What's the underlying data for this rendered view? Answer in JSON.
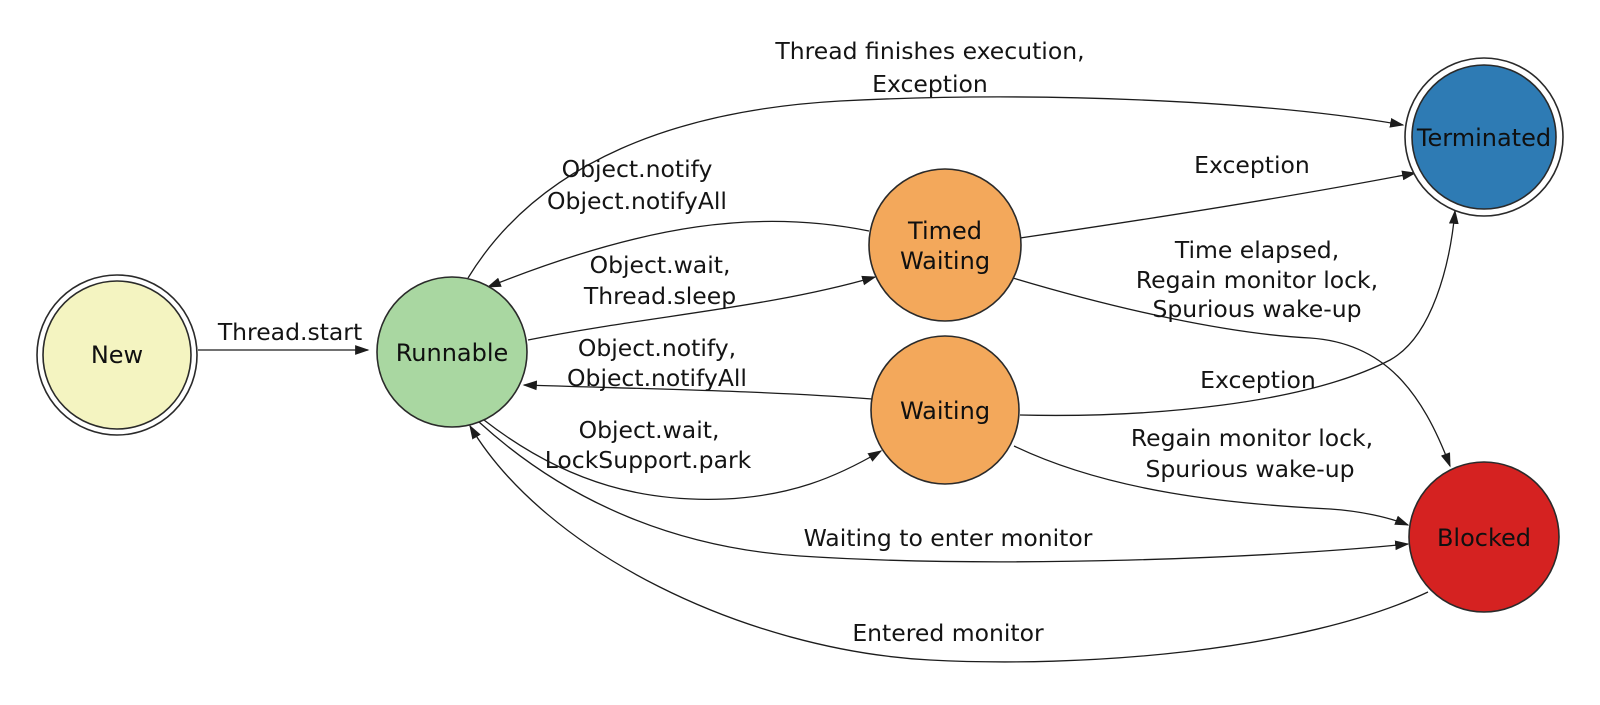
{
  "diagram": {
    "kind": "java-thread-state-diagram",
    "background": "#ffffff",
    "edge_color": "#1c1c1c",
    "text_color": "#141414"
  },
  "nodes": {
    "new": {
      "label": "New",
      "color": "#f4f4c1",
      "border": "double"
    },
    "runnable": {
      "label": "Runnable",
      "color": "#a9d7a1",
      "border": "single"
    },
    "timed_waiting": {
      "label_line1": "Timed",
      "label_line2": "Waiting",
      "color": "#f3a85b",
      "border": "single"
    },
    "waiting": {
      "label": "Waiting",
      "color": "#f3a85b",
      "border": "single"
    },
    "terminated": {
      "label": "Terminated",
      "color": "#2e7bb4",
      "border": "double"
    },
    "blocked": {
      "label": "Blocked",
      "color": "#d52221",
      "border": "single"
    }
  },
  "edges": {
    "new_to_runnable": {
      "from": "New",
      "to": "Runnable",
      "line1": "Thread.start"
    },
    "runnable_to_terminated": {
      "from": "Runnable",
      "to": "Terminated",
      "line1": "Thread finishes execution,",
      "line2": "Exception"
    },
    "timed_waiting_to_runnable": {
      "from": "Timed Waiting",
      "to": "Runnable",
      "line1": "Object.notify",
      "line2": "Object.notifyAll"
    },
    "runnable_to_timed_waiting": {
      "from": "Runnable",
      "to": "Timed Waiting",
      "line1": "Object.wait,",
      "line2": "Thread.sleep"
    },
    "waiting_to_runnable": {
      "from": "Waiting",
      "to": "Runnable",
      "line1": "Object.notify,",
      "line2": "Object.notifyAll"
    },
    "runnable_to_waiting": {
      "from": "Runnable",
      "to": "Waiting",
      "line1": "Object.wait,",
      "line2": "LockSupport.park"
    },
    "timed_waiting_to_terminated": {
      "from": "Timed Waiting",
      "to": "Terminated",
      "line1": "Exception"
    },
    "timed_waiting_to_blocked": {
      "from": "Timed Waiting",
      "to": "Blocked",
      "line1": "Time elapsed,",
      "line2": "Regain monitor lock,",
      "line3": "Spurious wake-up"
    },
    "waiting_to_terminated": {
      "from": "Waiting",
      "to": "Terminated",
      "line1": "Exception"
    },
    "waiting_to_blocked": {
      "from": "Waiting",
      "to": "Blocked",
      "line1": "Regain monitor lock,",
      "line2": "Spurious wake-up"
    },
    "runnable_to_blocked": {
      "from": "Runnable",
      "to": "Blocked",
      "line1": "Waiting to enter monitor"
    },
    "blocked_to_runnable": {
      "from": "Blocked",
      "to": "Runnable",
      "line1": "Entered monitor"
    }
  }
}
